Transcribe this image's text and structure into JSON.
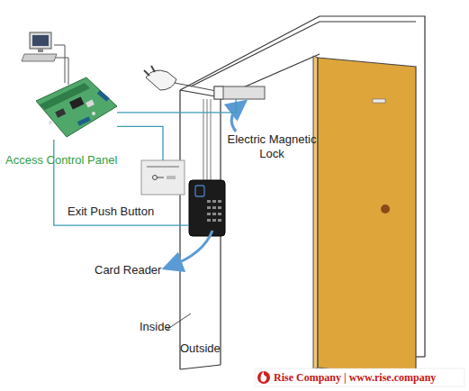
{
  "diagram": {
    "nodes": [
      {
        "text": [
          "Access Control Panel"
        ]
      },
      {
        "text": [
          "Electric Magnetic Lock"
        ]
      },
      {
        "text": [
          "Exit Push Button"
        ]
      },
      {
        "text": [
          "Card Reader"
        ]
      }
    ],
    "edges": [
      {
        "from": 0,
        "to": 1,
        "arrow": "none"
      },
      {
        "from": 0,
        "to": 2,
        "arrow": "none"
      },
      {
        "from": 0,
        "to": 3,
        "arrow": "none"
      }
    ],
    "labels": [
      "Inside",
      "Outside",
      "Rise Company | www.rise.company"
    ]
  }
}
